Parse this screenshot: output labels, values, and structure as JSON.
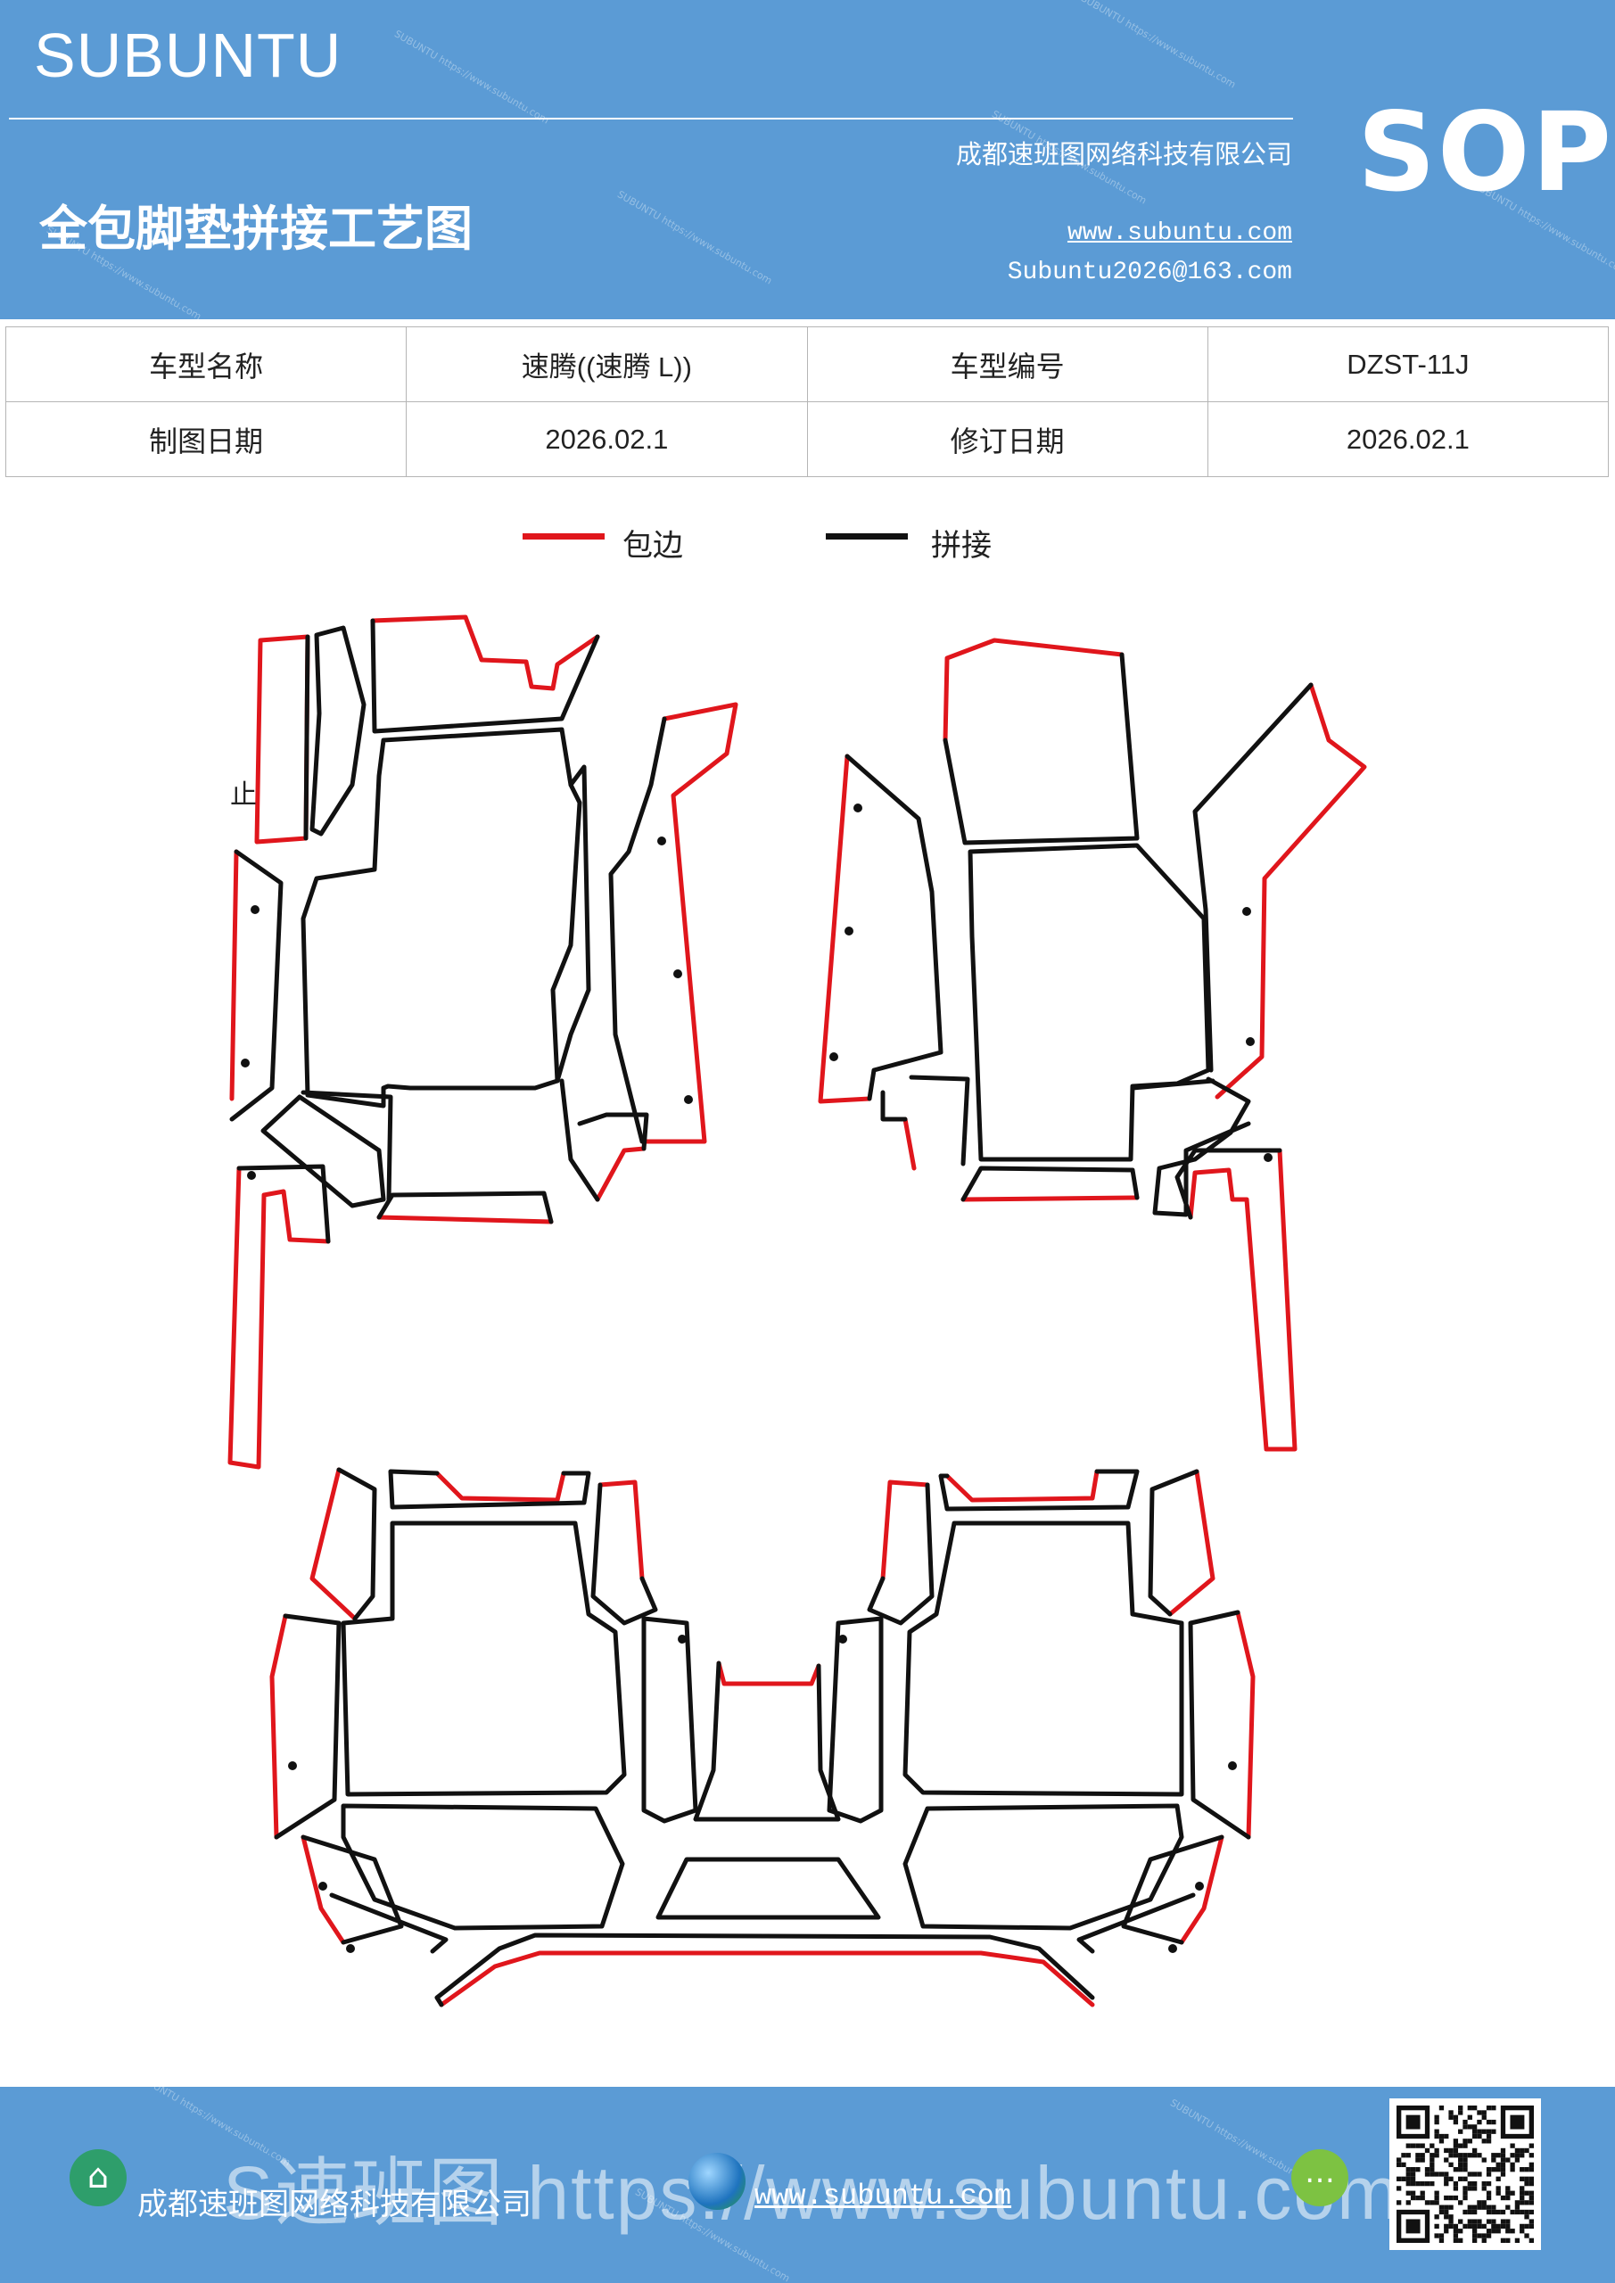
{
  "header": {
    "brand": "SUBUNTU",
    "title": "全包脚垫拼接工艺图",
    "company": "成都速班图网络科技有限公司",
    "website": "www.subuntu.com",
    "email": "Subuntu2026@163.com",
    "badge": "SOP",
    "background_color": "#5b9bd5",
    "watermark": "SUBUNTU https://www.subuntu.com"
  },
  "info_table": {
    "rows": [
      {
        "label1": "车型名称",
        "value1": "速腾((速腾 L))",
        "label2": "车型编号",
        "value2": "DZST-11J"
      },
      {
        "label1": "制图日期",
        "value1": "2026.02.1",
        "label2": "修订日期",
        "value2": "2026.02.1"
      }
    ]
  },
  "legend": {
    "items": [
      {
        "label": "包边",
        "color": "#e0161c"
      },
      {
        "label": "拼接",
        "color": "#111111"
      }
    ]
  },
  "diagram": {
    "stray_mark": "止",
    "edge_color": "#e0161c",
    "seam_color": "#111111"
  },
  "footer": {
    "company": "成都速班图网络科技有限公司",
    "website": "www.subuntu.com",
    "ghost_text": "S速班图 https://www.subuntu.com",
    "icons": [
      "building-icon",
      "globe-icon",
      "wechat-icon"
    ]
  }
}
